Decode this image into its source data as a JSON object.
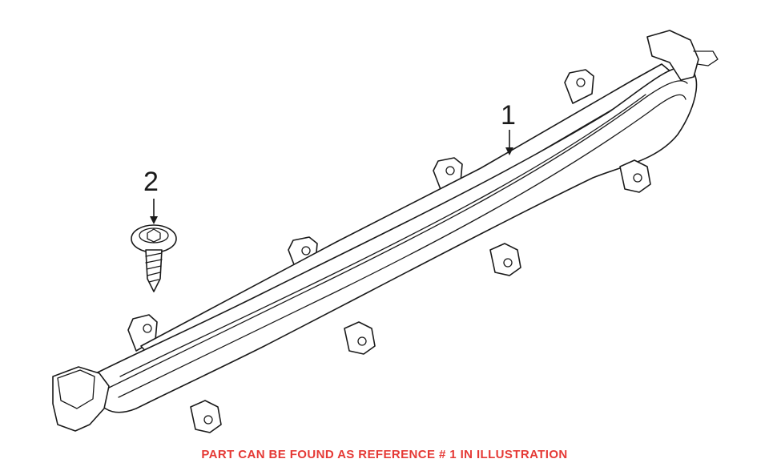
{
  "diagram": {
    "callouts": [
      {
        "label": "1"
      },
      {
        "label": "2"
      }
    ],
    "caption": "PART CAN BE FOUND AS REFERENCE # 1 IN ILLUSTRATION",
    "caption_color": "#e53935",
    "line_color": "#1a1a1a"
  }
}
